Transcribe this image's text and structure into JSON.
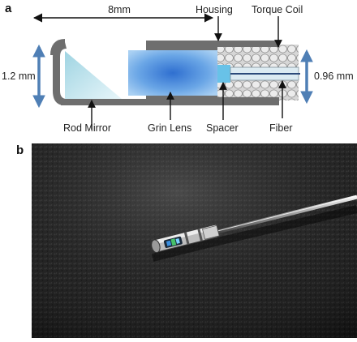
{
  "panels": {
    "a": {
      "label": "a",
      "dimensions": {
        "length": "8mm",
        "outer_diameter": "1.2 mm",
        "inner_diameter": "0.96 mm"
      },
      "components": {
        "housing": "Housing",
        "torque_coil": "Torque Coil",
        "rod_mirror": "Rod Mirror",
        "grin_lens": "Grin Lens",
        "spacer": "Spacer",
        "fiber": "Fiber"
      },
      "colors": {
        "housing": "#6e6e6e",
        "arrow_blue": "#4f7fb5",
        "mirror": "#a8d8e4",
        "lens": "#3f7fd0",
        "spacer": "#68c2e8"
      }
    },
    "b": {
      "label": "b",
      "description_icon": "probe-photo"
    }
  }
}
